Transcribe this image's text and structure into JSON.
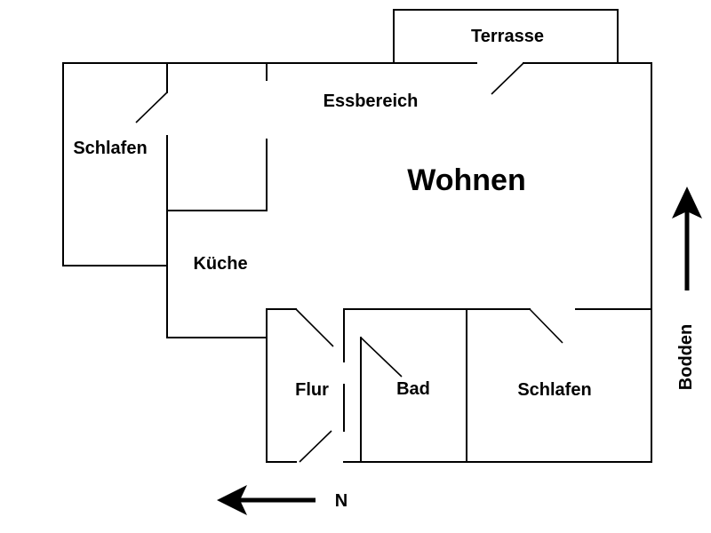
{
  "rooms": {
    "terrasse": "Terrasse",
    "essbereich": "Essbereich",
    "schlafen_nw": "Schlafen",
    "wohnen": "Wohnen",
    "kueche": "Küche",
    "flur": "Flur",
    "bad": "Bad",
    "schlafen_se": "Schlafen"
  },
  "orientation": {
    "north_label": "N",
    "bodden_label": "Bodden"
  },
  "colors": {
    "line": "#000000",
    "background": "#ffffff"
  }
}
